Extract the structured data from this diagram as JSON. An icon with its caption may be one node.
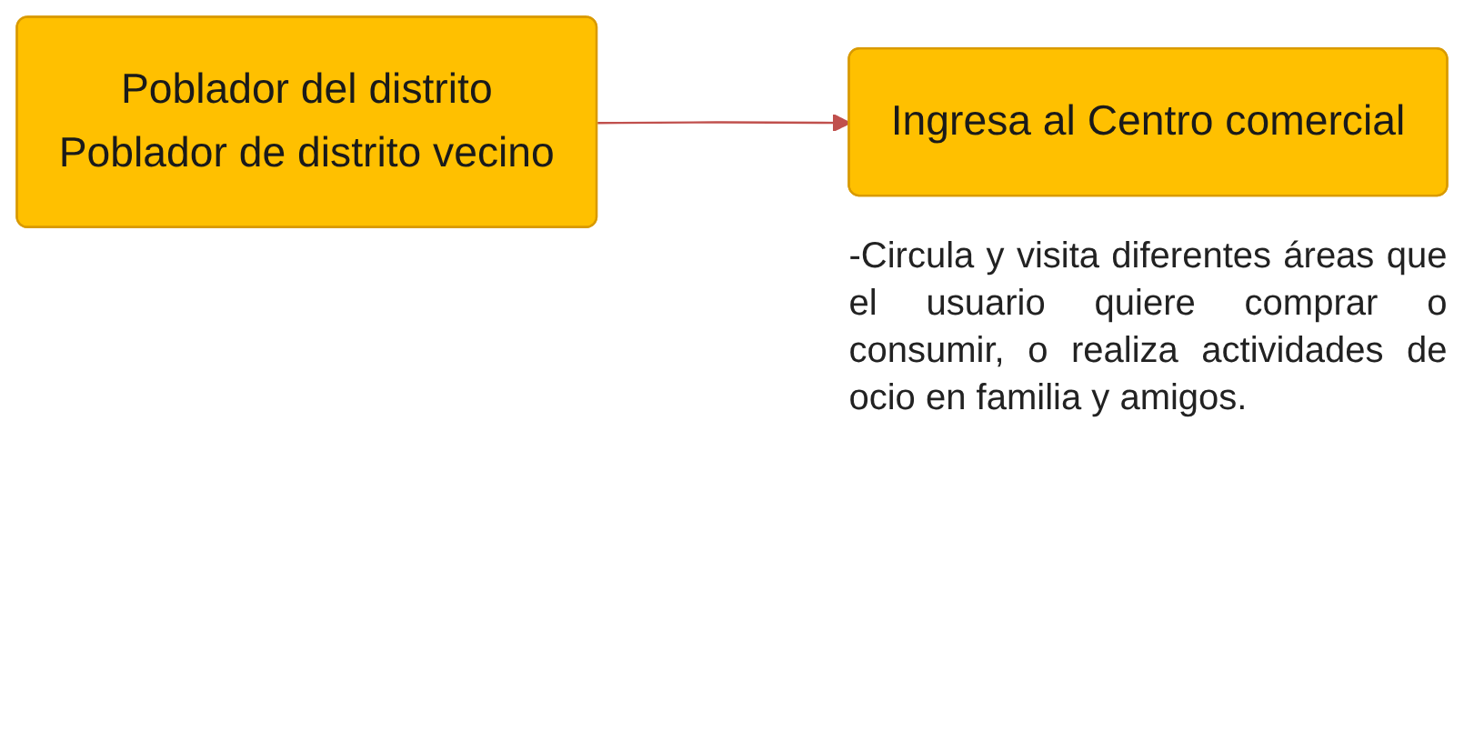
{
  "diagram": {
    "nodes": [
      {
        "text": [
          "Poblador del distrito",
          "Poblador de distrito vecino"
        ]
      },
      {
        "text": [
          "Ingresa al Centro comercial"
        ],
        "beside": [
          "-Circula y visita diferentes áreas que el usuario quiere comprar o consumir, o realiza actividades de ocio en familia y amigos."
        ]
      }
    ],
    "edges": [
      {
        "from": 0,
        "to": 1,
        "arrow": "to",
        "color": "#c0504d"
      }
    ]
  }
}
